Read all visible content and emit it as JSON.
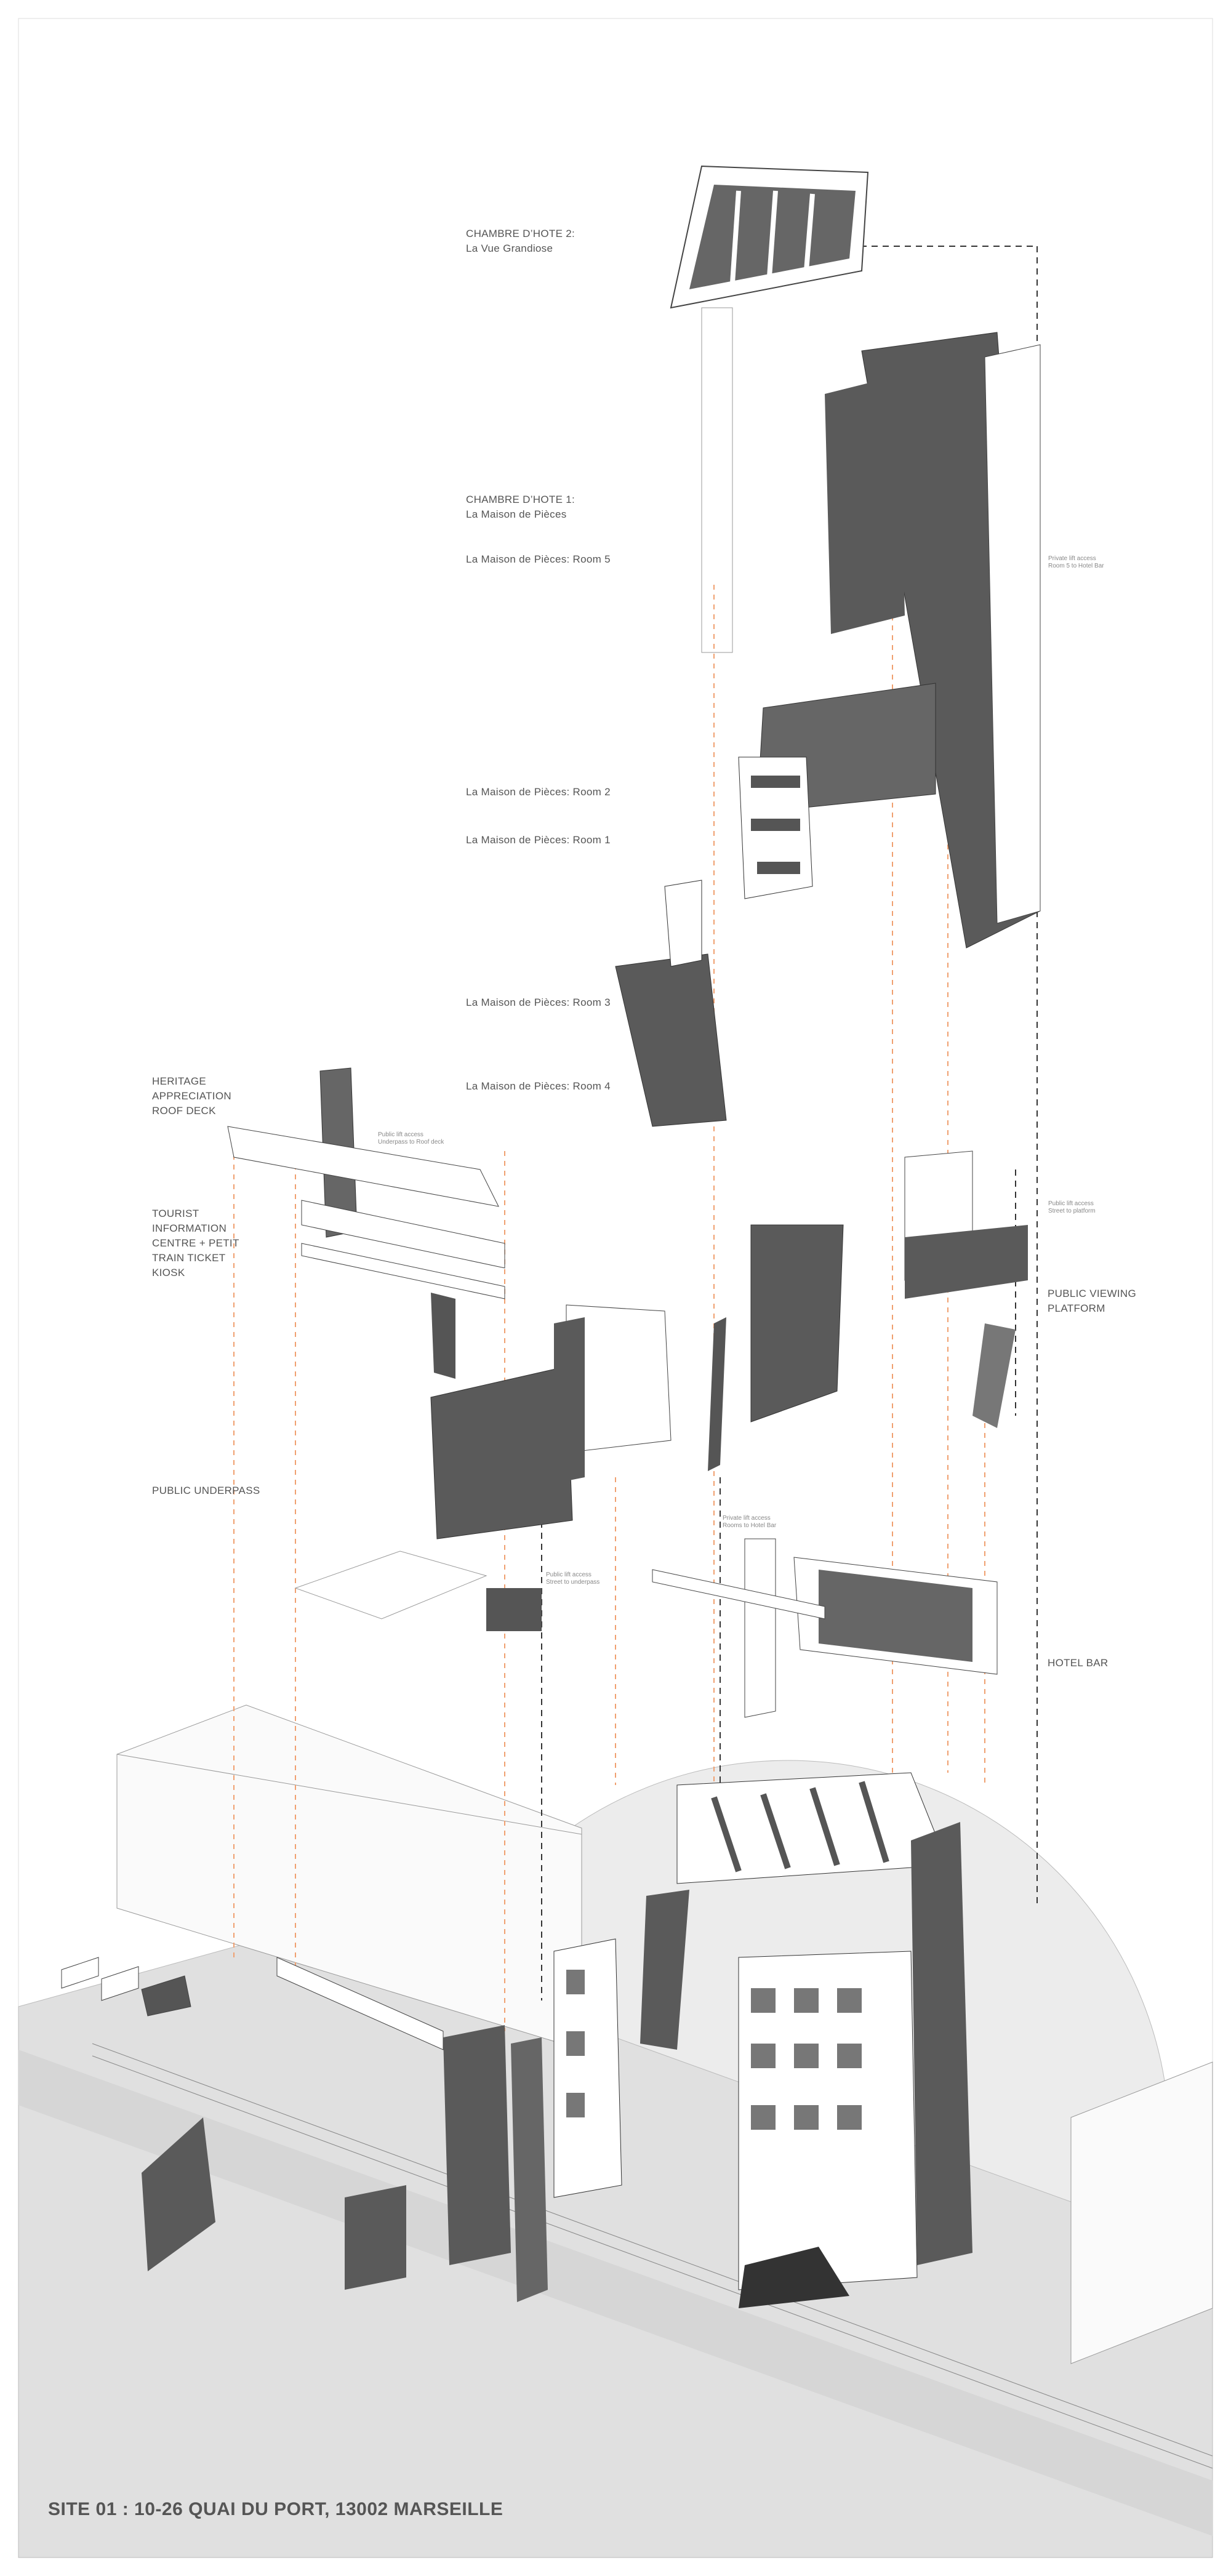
{
  "labels": {
    "chambre2_title": "CHAMBRE D’HOTE 2:",
    "chambre2_name": "La Vue Grandiose",
    "chambre1_title": "CHAMBRE D’HOTE 1:",
    "chambre1_name": "La Maison de Pièces",
    "room5": "La Maison de Pièces: Room 5",
    "room2": "La Maison de Pièces: Room 2",
    "room1": "La Maison de Pièces: Room 1",
    "room3": "La Maison de Pièces: Room 3",
    "room4": "La Maison de Pièces: Room 4",
    "heritage": "HERITAGE\nAPPRECIATION\nROOF DECK",
    "tourist": "TOURIST\nINFORMATION\nCENTRE + PETIT\nTRAIN TICKET\nKIOSK",
    "underpass": "PUBLIC UNDERPASS",
    "viewing": "PUBLIC VIEWING\nPLATFORM",
    "hotel_bar": "HOTEL BAR"
  },
  "notes": {
    "room5_lift": "Private lift access\nRoom 5 to Hotel Bar",
    "roofdeck_lift": "Public lift access\nUnderpass to Roof deck",
    "platform_lift": "Public lift access\nStreet to platform",
    "rooms_lift": "Private lift access\nRooms to Hotel Bar",
    "underpass_lift": "Public lift access\nStreet to underpass"
  },
  "title": "SITE 01 : 10-26 QUAI DU PORT, 13002 MARSEILLE",
  "colors": {
    "dark": "#5a5a5a",
    "ground": "#e0e0e0",
    "guide": "#f0a070",
    "line": "#333333"
  }
}
